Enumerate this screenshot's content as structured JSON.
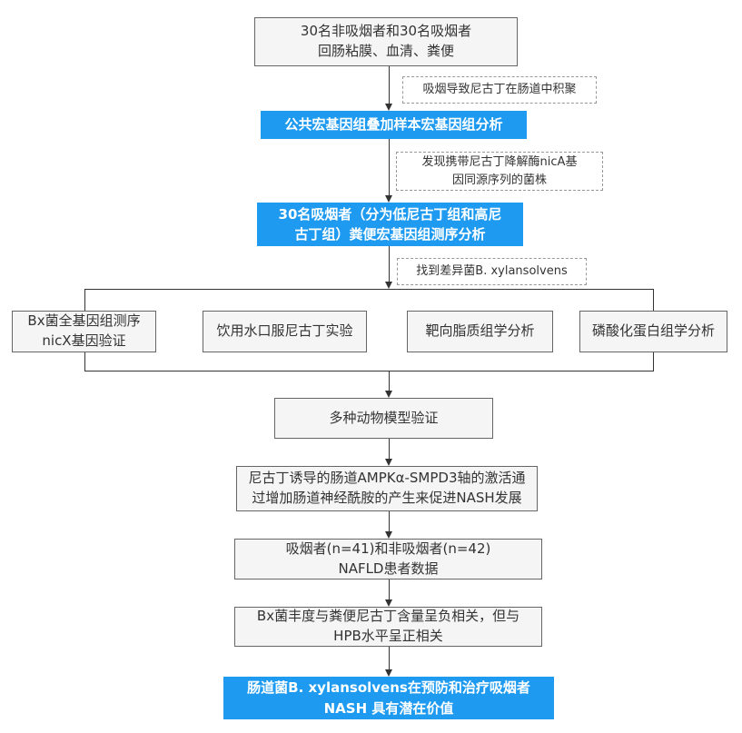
{
  "diagram": {
    "type": "flowchart",
    "language": "zh-CN",
    "colors": {
      "highlight_fill": "#1e9bf0",
      "highlight_text": "#ffffff",
      "box_fill": "#f5f5f5",
      "box_border": "#666666",
      "note_border": "#999999",
      "text": "#333333",
      "connector": "#333333"
    },
    "nodes": {
      "samples": "30名非吸烟者和30名吸烟者\n回肠粘膜、血清、粪便",
      "note_nicotine_accumulation": "吸烟导致尼古丁在肠道中积聚",
      "public_metagenome_analysis": "公共宏基因组叠加样本宏基因组分析",
      "note_nica_strains": "发现携带尼古丁降解酶nicA基\n因同源序列的菌株",
      "smoker_metagenome_sequencing": "30名吸烟者（分为低尼古丁组和高尼\n古丁组）粪便宏基因组测序分析",
      "note_diff_bacteria": "找到差异菌B. xylansolvens",
      "branch_genome_sequencing": "Bx菌全基因组测序\nnicX基因验证",
      "branch_drinking_water": "饮用水口服尼古丁实验",
      "branch_lipidomics": "靶向脂质组学分析",
      "branch_phosphoproteomics": "磷酸化蛋白组学分析",
      "animal_models": "多种动物模型验证",
      "mechanism": "尼古丁诱导的肠道AMPKα-SMPD3轴的激活通\n过增加肠道神经酰胺的产生来促进NASH发展",
      "cohort": "吸烟者(n=41)和非吸烟者(n=42)\nNAFLD患者数据",
      "correlation": "Bx菌丰度与粪便尼古丁含量呈负相关，但与\nHPB水平呈正相关",
      "conclusion": "肠道菌B. xylansolvens在预防和治疗吸烟者\nNASH 具有潜在价值"
    }
  }
}
